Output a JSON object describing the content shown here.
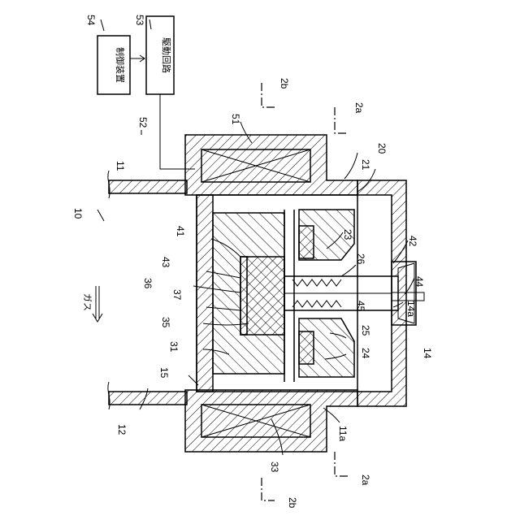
{
  "figure": {
    "labels": {
      "n10": "10",
      "n11": "11",
      "n11a": "11a",
      "n12": "12",
      "n14": "14",
      "n14a": "14a",
      "n15": "15",
      "n20": "20",
      "n21": "21",
      "n23": "23",
      "n24": "24",
      "n25": "25",
      "n26": "26",
      "n31": "31",
      "n33": "33",
      "n35": "35",
      "n36": "36",
      "n37": "37",
      "n41": "41",
      "n42": "42",
      "n43": "43",
      "n44": "44",
      "n45": "45",
      "n51": "51",
      "n52": "52",
      "n53": "53",
      "n54": "54",
      "sec2a_top": "2a",
      "sec2a_bot": "2a",
      "sec2b_top": "2b",
      "sec2b_bot": "2b"
    },
    "gas_label": "ガス",
    "control_device": "制御装置",
    "drive_circuit": "駆動回路"
  }
}
